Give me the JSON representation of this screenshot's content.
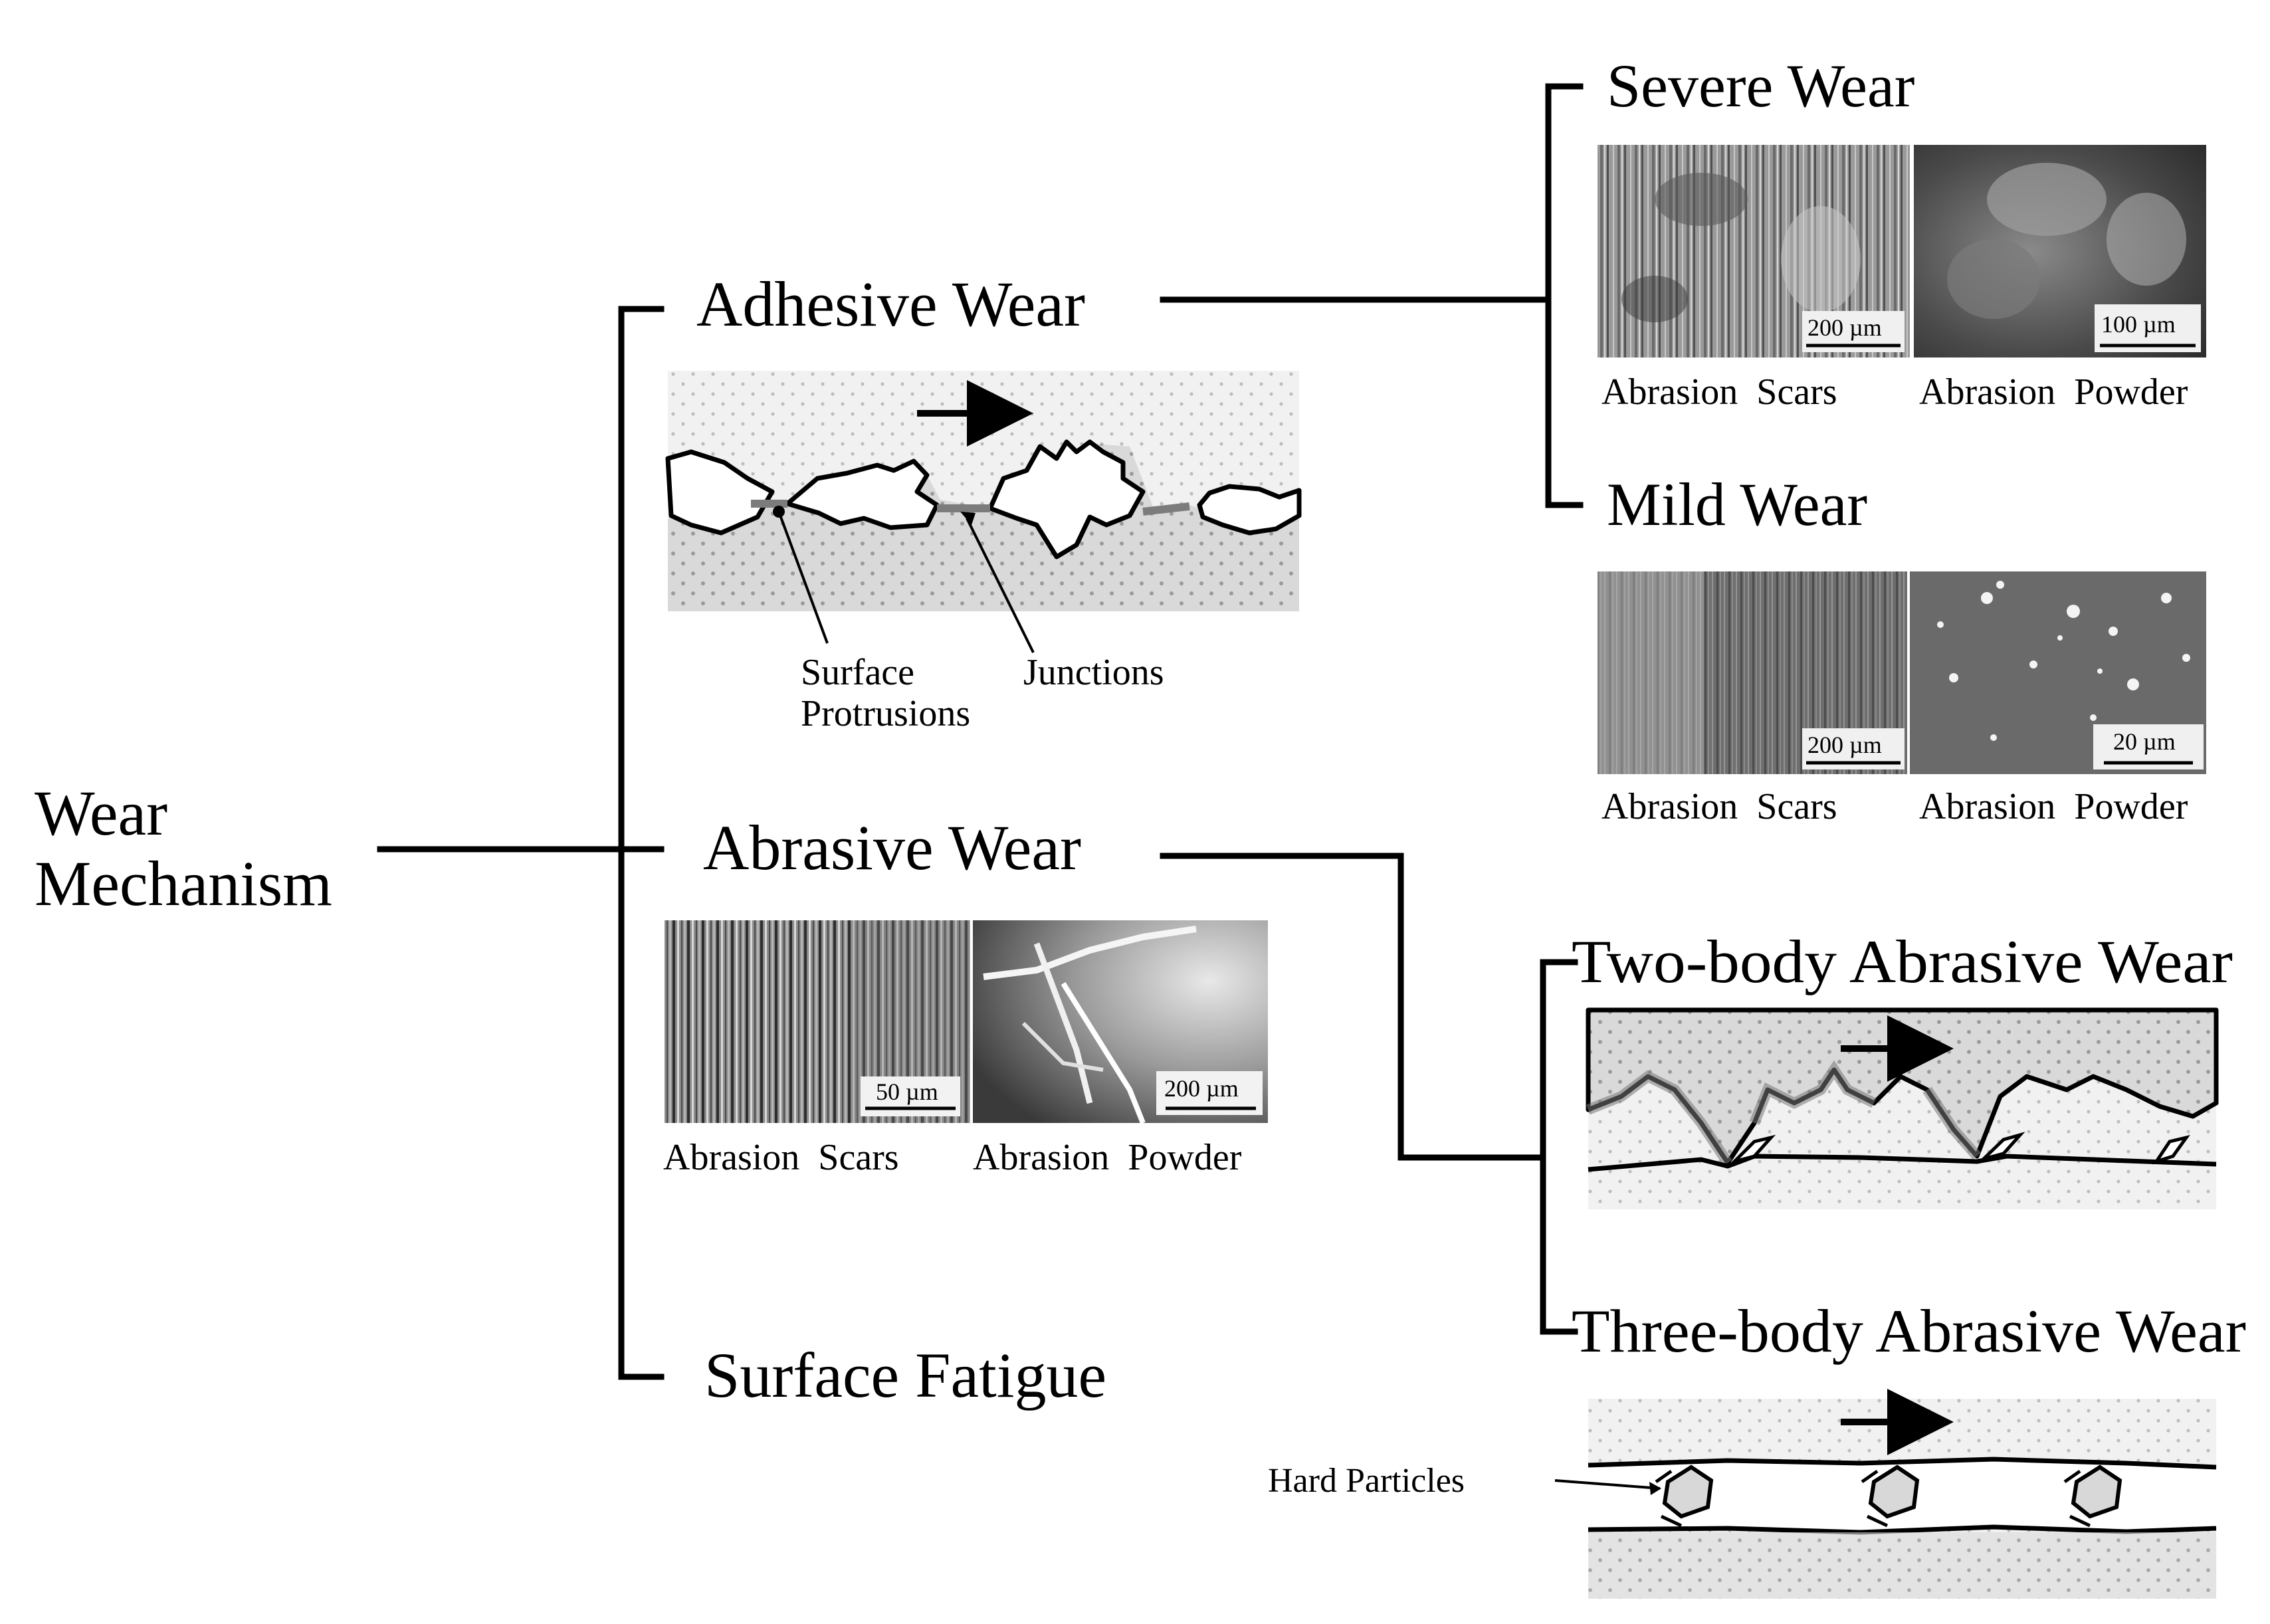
{
  "root": {
    "line1": "Wear",
    "line2": "Mechanism"
  },
  "adhesive": {
    "title": "Adhesive Wear",
    "label_protrusions_1": "Surface",
    "label_protrusions_2": "Protrusions",
    "label_junctions": "Junctions"
  },
  "abrasive": {
    "title": "Abrasive Wear",
    "caption_scars": "Abrasion  Scars",
    "caption_powder": "Abrasion  Powder",
    "scale_scars": "50 µm",
    "scale_powder": "200 µm"
  },
  "fatigue": {
    "title": "Surface Fatigue"
  },
  "severe": {
    "title": "Severe Wear",
    "caption_scars": "Abrasion  Scars",
    "caption_powder": "Abrasion  Powder",
    "scale_scars": "200 µm",
    "scale_powder": "100 µm"
  },
  "mild": {
    "title": "Mild Wear",
    "caption_scars": "Abrasion  Scars",
    "caption_powder": "Abrasion  Powder",
    "scale_scars": "200 µm",
    "scale_powder": "20 µm"
  },
  "two_body": {
    "title": "Two-body Abrasive Wear"
  },
  "three_body": {
    "title": "Three-body Abrasive Wear",
    "label_particles": "Hard Particles"
  },
  "colors": {
    "line": "#000000",
    "dots_fill": "#dcdcdc",
    "dots_light": "#ebebeb",
    "junction": "#888888",
    "background": "#ffffff"
  }
}
